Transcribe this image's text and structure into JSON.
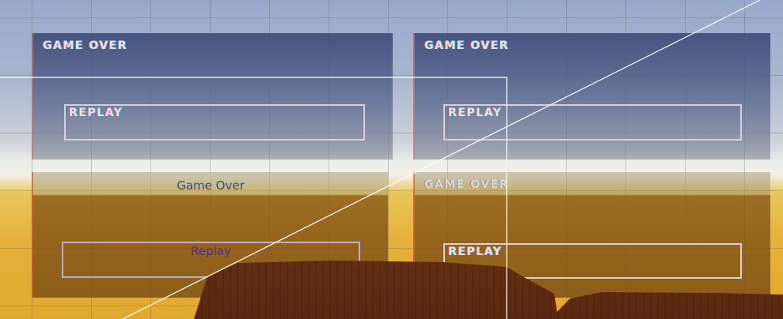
{
  "panels": [
    {
      "title": "GAME OVER",
      "button": "REPLAY",
      "style": "stylized"
    },
    {
      "title": "GAME OVER",
      "button": "REPLAY",
      "style": "stylized"
    },
    {
      "title": "Game Over",
      "button": "Replay",
      "style": "plain"
    },
    {
      "title": "GAME OVER",
      "button": "REPLAY",
      "style": "stylized"
    }
  ],
  "colors": {
    "rock": "#7a3a1a",
    "gizmo_line": "#ffffff"
  }
}
